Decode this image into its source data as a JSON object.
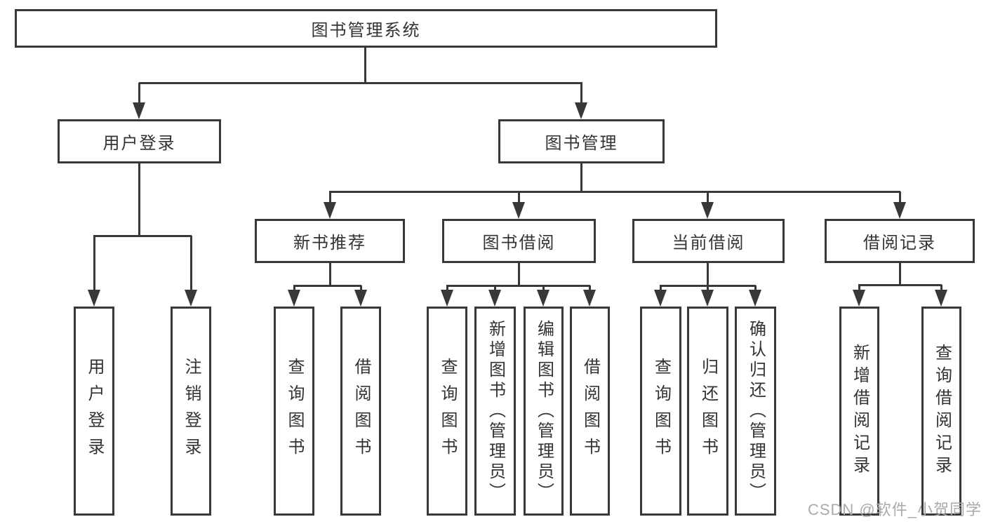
{
  "title": "图书管理系统",
  "level2": [
    {
      "label": "用户登录"
    },
    {
      "label": "图书管理"
    }
  ],
  "level3": [
    {
      "label": "新书推荐",
      "parent": "图书管理"
    },
    {
      "label": "图书借阅",
      "parent": "图书管理"
    },
    {
      "label": "当前借阅",
      "parent": "图书管理"
    },
    {
      "label": "借阅记录",
      "parent": "图书管理"
    }
  ],
  "leaves": [
    {
      "label": "用户登录",
      "parent": "用户登录"
    },
    {
      "label": "注销登录",
      "parent": "用户登录"
    },
    {
      "label": "查询图书",
      "parent": "新书推荐"
    },
    {
      "label": "借阅图书",
      "parent": "新书推荐"
    },
    {
      "label": "查询图书",
      "parent": "图书借阅"
    },
    {
      "label": "新增图书（管理员）",
      "parent": "图书借阅"
    },
    {
      "label": "编辑图书（管理员）",
      "parent": "图书借阅"
    },
    {
      "label": "借阅图书",
      "parent": "图书借阅"
    },
    {
      "label": "查询图书",
      "parent": "当前借阅"
    },
    {
      "label": "归还图书",
      "parent": "当前借阅"
    },
    {
      "label": "确认归还（管理员）",
      "parent": "当前借阅"
    },
    {
      "label": "新增借阅记录",
      "parent": "借阅记录"
    },
    {
      "label": "查询借阅记录",
      "parent": "借阅记录"
    }
  ],
  "watermark": {
    "text": "CSDN @软件_小贺同学"
  },
  "colors": {
    "line": "#383838",
    "text": "#333333",
    "box_fill": "#ffffff",
    "watermark": "#aaaaaa"
  }
}
